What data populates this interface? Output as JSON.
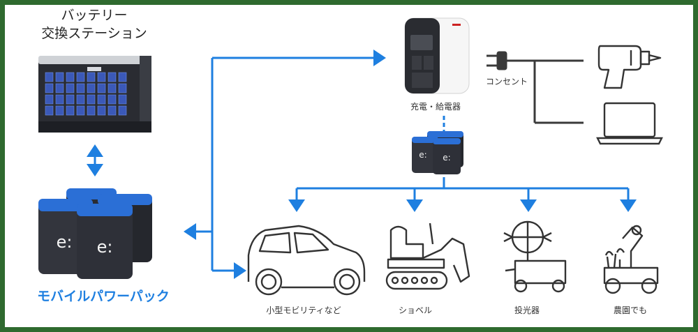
{
  "station": {
    "title_line1": "バッテリー",
    "title_line2": "交換ステーション"
  },
  "pack": {
    "title": "モバイルパワーパック",
    "logo": "e:"
  },
  "charger": {
    "label": "充電・給電器"
  },
  "outlet": {
    "label": "コンセント"
  },
  "applications": [
    {
      "label": "小型モビリティなど",
      "icon": "car-icon"
    },
    {
      "label": "ショベル",
      "icon": "excavator-icon"
    },
    {
      "label": "投光器",
      "icon": "floodlight-icon"
    },
    {
      "label": "農園でも",
      "icon": "farm-robot-icon"
    }
  ],
  "powered_devices": [
    {
      "icon": "drill-icon"
    },
    {
      "icon": "laptop-icon"
    }
  ],
  "colors": {
    "arrow": "#1e7fe0",
    "border": "#2f6a2f",
    "pack_body": "#2e3038",
    "pack_accent": "#2b6fd6"
  }
}
